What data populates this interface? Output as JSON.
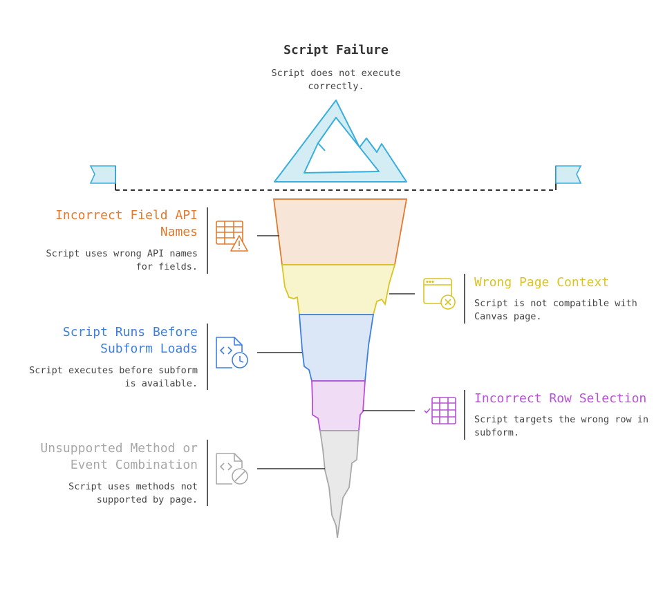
{
  "top": {
    "title": "Script Failure",
    "desc_line1": "Script does not execute",
    "desc_line2": "correctly."
  },
  "items": [
    {
      "title_line1": "Incorrect Field API",
      "title_line2": "Names",
      "desc_line1": "Script uses wrong API names",
      "desc_line2": "for fields.",
      "color": "#e07a2e",
      "icon": "table-warning-icon"
    },
    {
      "title_line1": "Wrong Page Context",
      "title_line2": "",
      "desc_line1": "Script is not compatible with",
      "desc_line2": "Canvas page.",
      "color": "#d9c421",
      "icon": "browser-error-icon"
    },
    {
      "title_line1": "Script Runs Before",
      "title_line2": "Subform Loads",
      "desc_line1": "Script executes before subform",
      "desc_line2": "is available.",
      "color": "#3d7fe0",
      "icon": "code-clock-icon"
    },
    {
      "title_line1": "Incorrect Row Selection",
      "title_line2": "",
      "desc_line1": "Script targets the wrong row in",
      "desc_line2": "subform.",
      "color": "#b84fd6",
      "icon": "table-row-check-icon"
    },
    {
      "title_line1": "Unsupported Method or",
      "title_line2": "Event Combination",
      "desc_line1": "Script uses methods not",
      "desc_line2": "supported by page.",
      "color": "#a8a8a8",
      "icon": "code-blocked-icon"
    }
  ],
  "colors": {
    "orange_fill": "#f7e6d8",
    "yellow_fill": "#f8f4cc",
    "blue_fill": "#dbe6f7",
    "purple_fill": "#f1dcf6",
    "gray_fill": "#e9e9e9",
    "peak_fill": "#d4ecf4",
    "peak_stroke": "#36aede"
  }
}
